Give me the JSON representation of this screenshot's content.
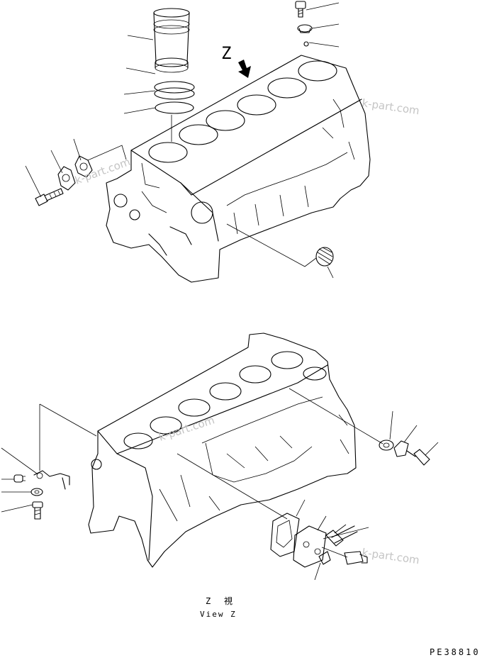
{
  "view_label_z": "Z",
  "view_caption": {
    "z": "Z",
    "kanji": "視",
    "english": "View Z"
  },
  "watermark": "k-part.com",
  "drawing_code": "PE38810"
}
